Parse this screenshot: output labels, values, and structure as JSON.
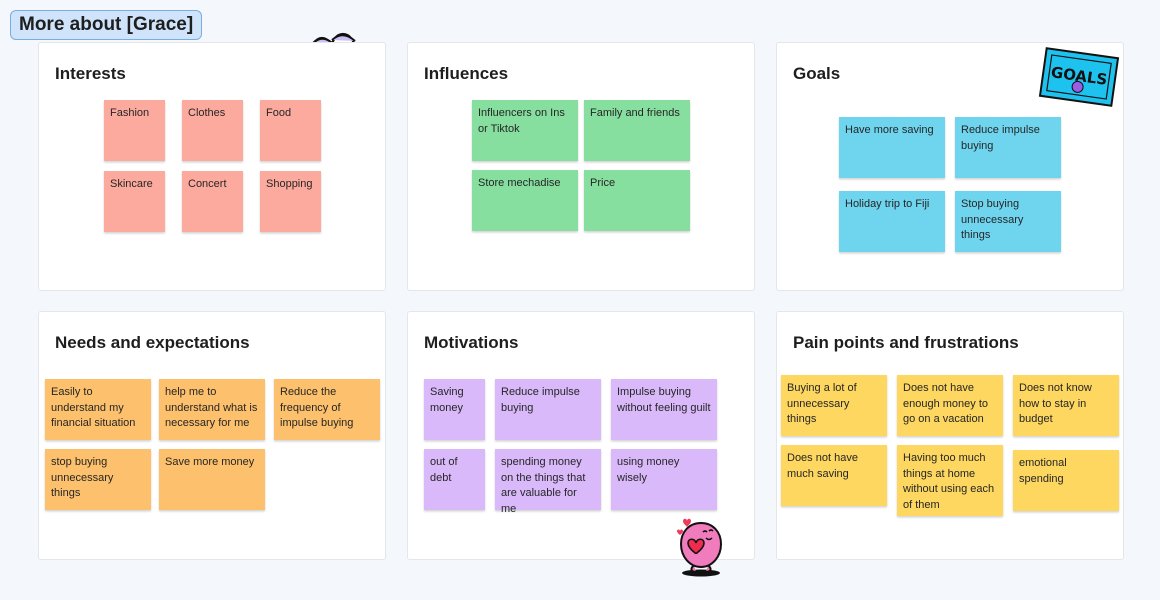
{
  "board": {
    "title": "More about [Grace]"
  },
  "sections": {
    "interests": {
      "title": "Interests",
      "notes": [
        "Fashion",
        "Clothes",
        "Food",
        "Skincare",
        "Concert",
        "Shopping"
      ]
    },
    "influences": {
      "title": "Influences",
      "notes": [
        "Influencers on Ins or Tiktok",
        "Family and friends",
        "Store mechadise",
        "Price"
      ]
    },
    "goals": {
      "title": "Goals",
      "notes": [
        "Have more saving",
        "Reduce impulse buying",
        "Holiday trip to Fiji",
        "Stop buying unnecessary things"
      ]
    },
    "needs": {
      "title": "Needs and expectations",
      "notes": [
        "Easily to understand my financial situation",
        "help me to understand what is necessary for me",
        "Reduce the frequency of impulse buying",
        "stop buying unnecessary things",
        "Save more money"
      ]
    },
    "motivations": {
      "title": "Motivations",
      "notes": [
        "Saving money",
        "Reduce impulse buying",
        "Impulse buying without feeling guilt",
        "out of debt",
        "spending money on the things that are valuable for me",
        "using money wisely"
      ]
    },
    "pain_points": {
      "title": "Pain points and frustrations",
      "notes": [
        "Buying a lot of unnecessary things",
        "Does not have enough money to go on a vacation",
        "Does not know how to stay in budget",
        "Does not have much saving",
        "Having too much things at home without using each of them",
        "emotional spending"
      ]
    }
  },
  "stickers": {
    "goals_badge_text": "GOALS"
  },
  "colors": {
    "interests": "#fdaa9e",
    "influences": "#86df9f",
    "goals": "#6fd5ef",
    "needs": "#fdc06c",
    "motivations": "#d9b9fa",
    "pain_points": "#fdd760"
  },
  "icons": [
    "googly-eyes-icon",
    "goals-badge-icon",
    "heart-character-icon"
  ]
}
